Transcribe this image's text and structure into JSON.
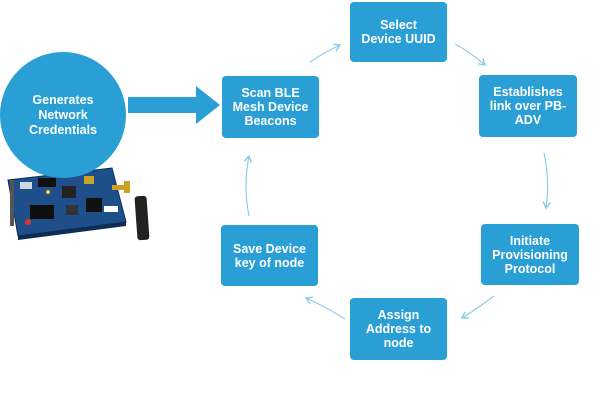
{
  "provisioner": {
    "label": "Generates\nNetwork\nCredentials"
  },
  "steps": [
    {
      "id": "scan",
      "label": "Scan BLE\nMesh Device\nBeacons"
    },
    {
      "id": "select",
      "label": "Select\nDevice UUID"
    },
    {
      "id": "link",
      "label": "Establishes\nlink over PB-\nADV"
    },
    {
      "id": "initiate",
      "label": "Initiate\nProvisioning\nProtocol"
    },
    {
      "id": "assign",
      "label": "Assign\nAddress to\nnode"
    },
    {
      "id": "save",
      "label": "Save Device\nkey of node"
    }
  ],
  "colors": {
    "box": "#2a9fd6",
    "arrow": "#2a9fd6",
    "cycle_arrow": "#8ecbe8",
    "board": "#1f4f8a"
  }
}
